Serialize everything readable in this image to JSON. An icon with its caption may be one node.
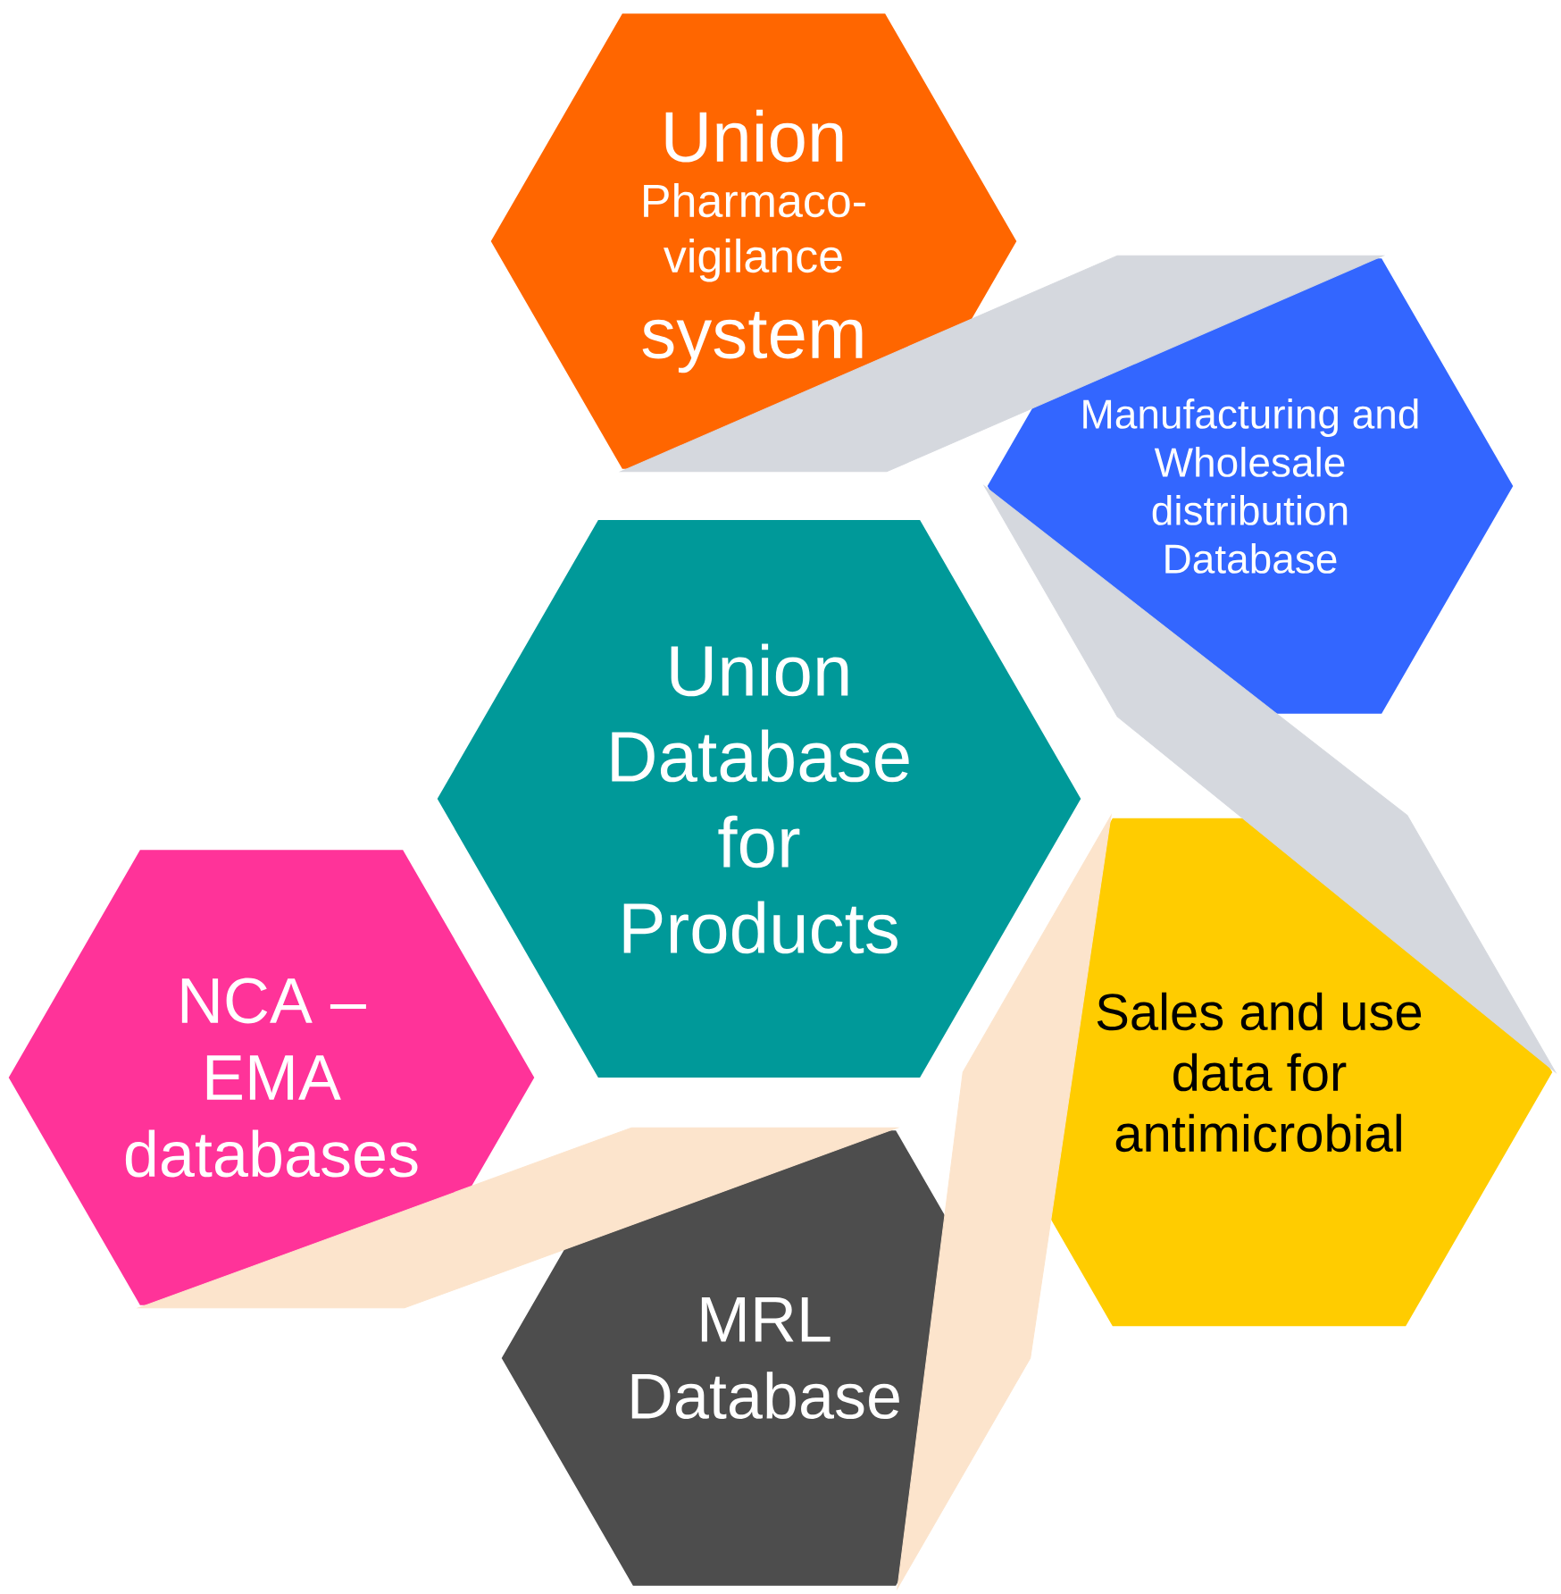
{
  "diagram": {
    "nodes": [
      {
        "text": [
          "Union",
          "Pharmaco-vigilance",
          "system"
        ]
      },
      {
        "text": [
          "Manufacturing and Wholesale distribution Database"
        ]
      },
      {
        "text": [
          "Union Database for Products"
        ]
      },
      {
        "text": [
          "NCA – EMA databases"
        ]
      },
      {
        "text": [
          "Sales and use data for antimicrobial"
        ]
      },
      {
        "text": [
          "MRL Database"
        ]
      }
    ],
    "edges": [
      {
        "from": 0,
        "to": 1,
        "arrow": "none",
        "style": "thick",
        "color": "#d5d8de"
      },
      {
        "from": 1,
        "to": 4,
        "arrow": "none",
        "style": "thick",
        "color": "#d5d8de"
      },
      {
        "from": 3,
        "to": 5,
        "arrow": "none",
        "style": "thick",
        "color": "#fce4cc"
      },
      {
        "from": 5,
        "to": 4,
        "arrow": "none",
        "style": "thick",
        "color": "#fce4cc"
      }
    ]
  }
}
